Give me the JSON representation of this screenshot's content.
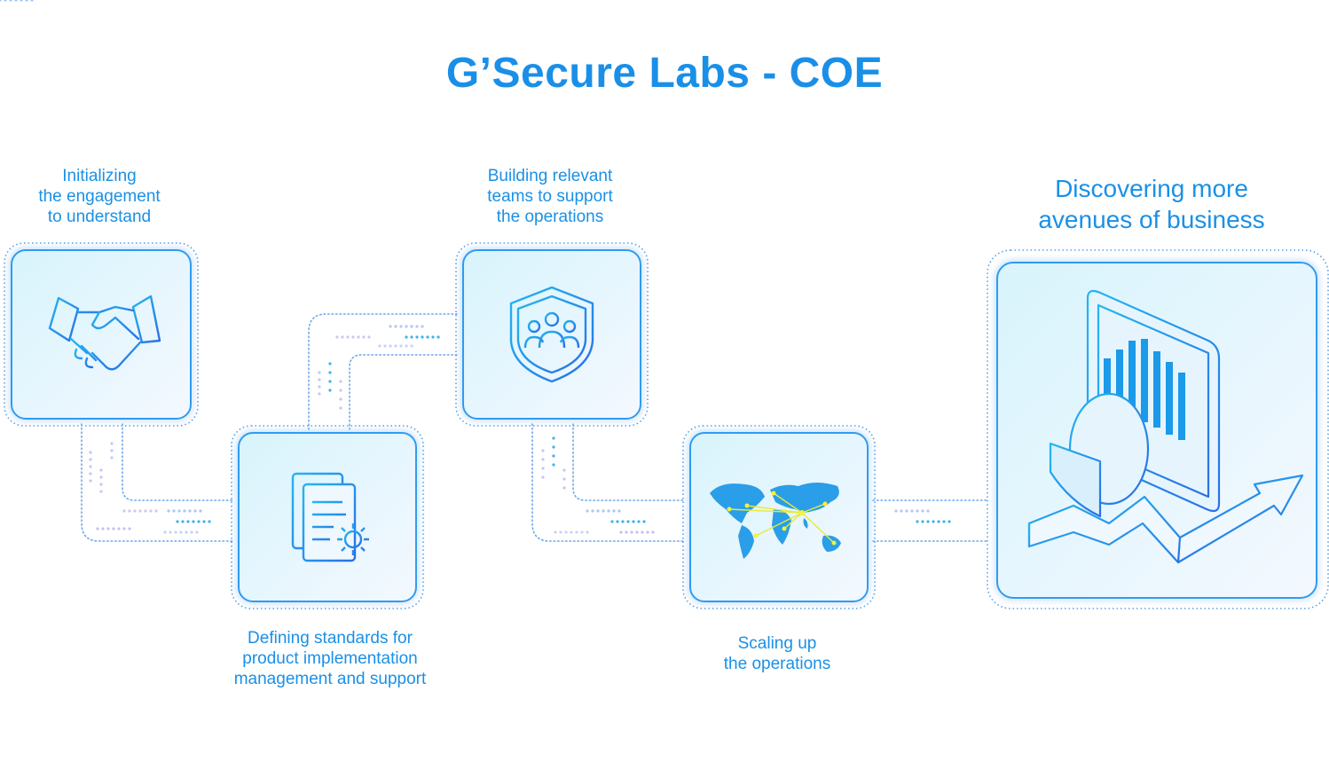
{
  "title": "G’Secure Labs - COE",
  "steps": [
    {
      "lines": [
        "Initializing",
        "the engagement",
        "to understand"
      ],
      "icon": "handshake-icon"
    },
    {
      "lines": [
        "Defining standards for",
        "product implementation",
        "management and support"
      ],
      "icon": "documents-gear-icon"
    },
    {
      "lines": [
        "Building relevant",
        "teams to support",
        "the operations"
      ],
      "icon": "team-shield-icon"
    },
    {
      "lines": [
        "Scaling up",
        "the operations"
      ],
      "icon": "world-map-icon"
    },
    {
      "lines": [
        "Discovering more",
        "avenues of business"
      ],
      "icon": "growth-chart-icon"
    }
  ],
  "colors": {
    "accent": "#1a8fe8",
    "card_border": "#2f9cf0",
    "card_fill": "#eaf6fd",
    "dots": "#8fb9f0"
  }
}
